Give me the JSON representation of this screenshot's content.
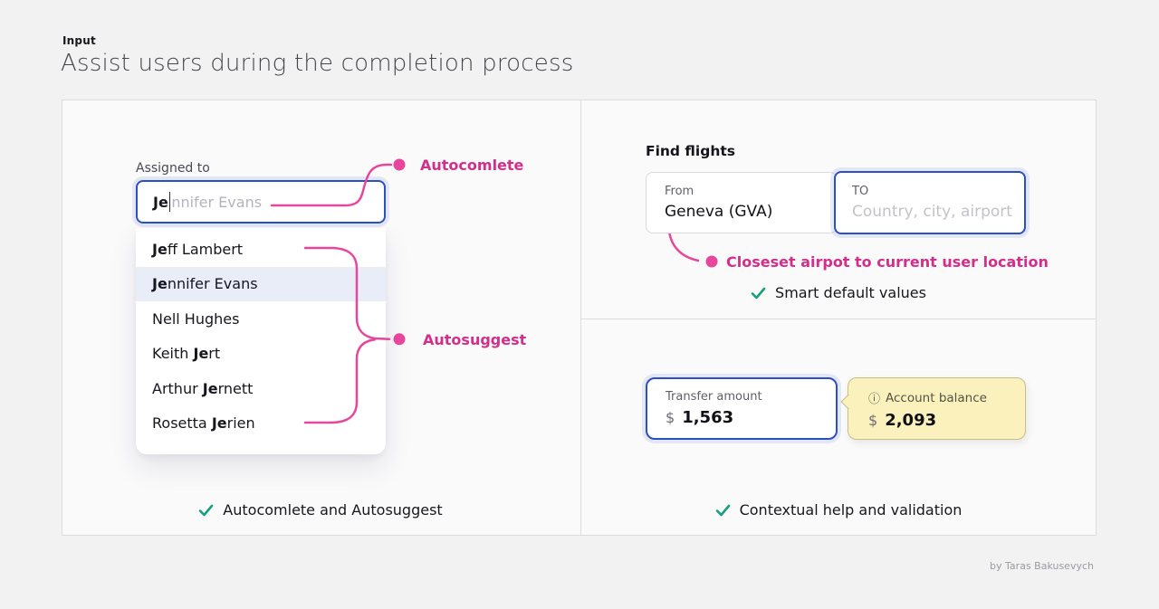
{
  "header": {
    "eyebrow": "Input",
    "title": "Assist users during the completion process"
  },
  "assignee": {
    "label": "Assigned to",
    "typed": "Je",
    "completion": "nnifer Evans",
    "options": [
      {
        "before": "",
        "match": "Je",
        "after": "ff Lambert"
      },
      {
        "before": "",
        "match": "Je",
        "after": "nnifer Evans"
      },
      {
        "before": "Nell Hughes",
        "match": "",
        "after": ""
      },
      {
        "before": "Keith ",
        "match": "Je",
        "after": "rt"
      },
      {
        "before": "Arthur ",
        "match": "Je",
        "after": "rnett"
      },
      {
        "before": "Rosetta ",
        "match": "Je",
        "after": "rien"
      }
    ],
    "annotation_autocomplete": "Autocomlete",
    "annotation_autosuggest": "Autosuggest",
    "check_label": "Autocomlete and Autosuggest"
  },
  "flights": {
    "title": "Find flights",
    "from_label": "From",
    "from_value": "Geneva (GVA)",
    "to_label": "TO",
    "to_placeholder": "Country, city, airport",
    "annotation": "Closeset airpot to current user location",
    "check_label": "Smart default values"
  },
  "transfer": {
    "amount_label": "Transfer amount",
    "currency": "$",
    "amount_value": "1,563",
    "info_icon_char": "ⓘ",
    "balance_label": "Account balance",
    "balance_currency": "$",
    "balance_value": "2,093",
    "check_label": "Contextual help and validation"
  },
  "footer": {
    "credit": "by Taras Bakusevych"
  },
  "colors": {
    "accent_blue": "#2b50c4",
    "pink_line": "#e8459c",
    "pink_text": "#d42e8c",
    "green_check": "#14a07b",
    "tooltip_bg": "#faf1bd",
    "tooltip_border": "#c9bd8b",
    "selected_row": "#e9edf8",
    "page_bg": "#f2f2f3",
    "panel_bg": "#fafafb"
  }
}
